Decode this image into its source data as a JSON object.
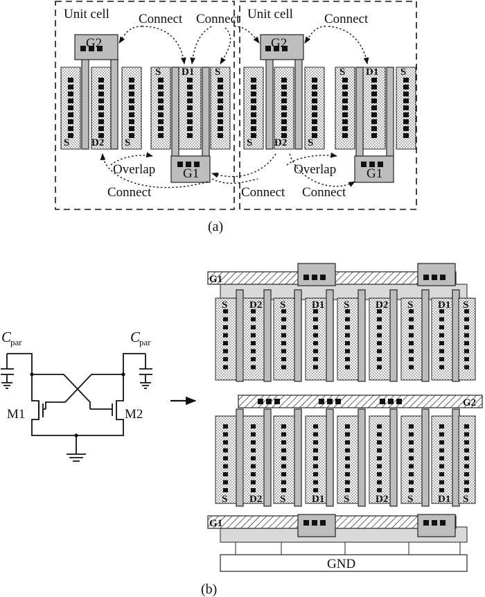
{
  "panel_a": {
    "caption": "(a)",
    "unit_cell_labels": [
      "Unit cell",
      "Unit cell"
    ],
    "connect_labels": [
      "Connect",
      "Connect",
      "Connect",
      "Connect",
      "Connect",
      "Connect"
    ],
    "overlap_labels": [
      "Overlap",
      "Overlap"
    ],
    "gate_labels": [
      "G2",
      "G1",
      "G2",
      "G1"
    ],
    "terminal_labels": [
      "S",
      "D2",
      "S",
      "S",
      "D1",
      "S",
      "S",
      "D2",
      "S",
      "S",
      "D1",
      "S"
    ]
  },
  "panel_b": {
    "caption": "(b)",
    "schematic": {
      "cpar_left": "C",
      "cpar_left_sub": "par",
      "cpar_right": "C",
      "cpar_right_sub": "par",
      "m1": "M1",
      "m2": "M2"
    },
    "layout": {
      "g1_top": "G1",
      "g2_mid": "G2",
      "g1_bottom": "G1",
      "gnd": "GND",
      "top_row_labels": [
        "S",
        "D2",
        "S",
        "D1",
        "S",
        "D2",
        "S",
        "D1",
        "S"
      ],
      "bottom_row_labels": [
        "S",
        "D2",
        "S",
        "D1",
        "S",
        "D2",
        "S",
        "D1",
        "S"
      ]
    }
  }
}
